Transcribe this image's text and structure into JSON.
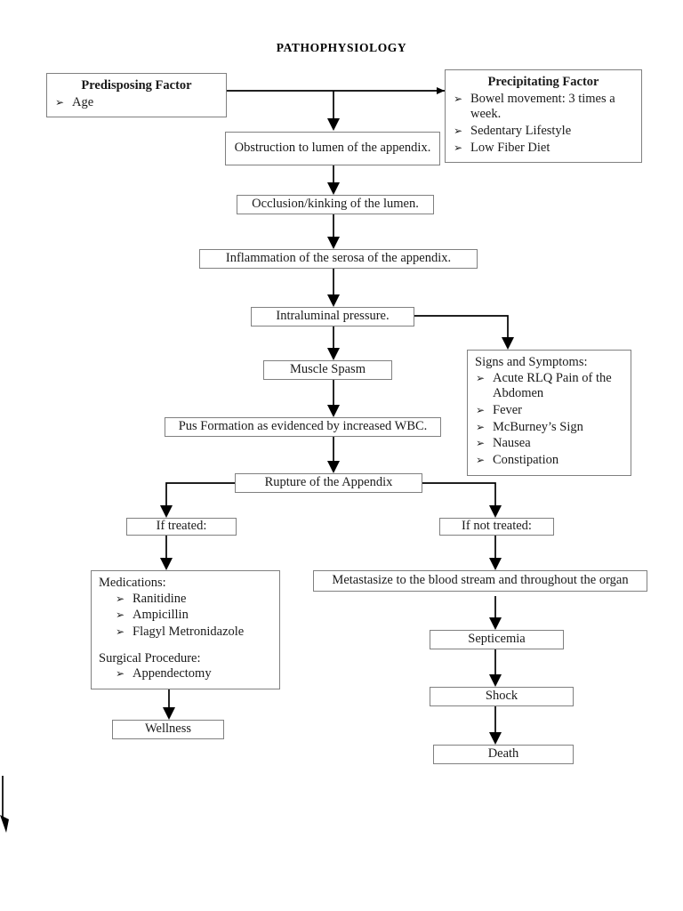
{
  "title": "PATHOPHYSIOLOGY",
  "bullet_marker": "➢",
  "boxes": {
    "predisposing": {
      "header": "Predisposing Factor",
      "items": [
        "Age"
      ]
    },
    "precipitating": {
      "header": "Precipitating Factor",
      "items": [
        "Bowel movement: 3 times a week.",
        "Sedentary Lifestyle",
        "Low Fiber Diet"
      ]
    },
    "obstruction": {
      "label": "Obstruction to lumen of the appendix."
    },
    "occlusion": {
      "label": "Occlusion/kinking of the lumen."
    },
    "inflammation": {
      "label": "Inflammation of the serosa of the appendix."
    },
    "intraluminal": {
      "label": "Intraluminal pressure."
    },
    "muscle_spasm": {
      "label": "Muscle Spasm"
    },
    "signs_symptoms": {
      "header": "Signs and Symptoms:",
      "items": [
        "Acute RLQ Pain of the Abdomen",
        "Fever",
        "McBurney’s Sign",
        "Nausea",
        "Constipation"
      ]
    },
    "pus_formation": {
      "label": "Pus Formation as evidenced by increased WBC."
    },
    "rupture": {
      "label": "Rupture of the Appendix"
    },
    "if_treated": {
      "label": "If treated:"
    },
    "if_not_treated": {
      "label": "If not treated:"
    },
    "treatment": {
      "header": "Medications:",
      "medications": [
        "Ranitidine",
        "Ampicillin",
        "Flagyl Metronidazole"
      ],
      "surgical_header": "Surgical Procedure:",
      "surgical": [
        "Appendectomy"
      ]
    },
    "metastasize": {
      "label": "Metastasize to the blood stream and throughout the organ"
    },
    "septicemia": {
      "label": "Septicemia"
    },
    "shock": {
      "label": "Shock"
    },
    "death": {
      "label": "Death"
    },
    "wellness": {
      "label": "Wellness"
    }
  },
  "colors": {
    "box_border": "#808080",
    "connector": "#000000",
    "text": "#1a1a1a",
    "background": "#ffffff"
  }
}
